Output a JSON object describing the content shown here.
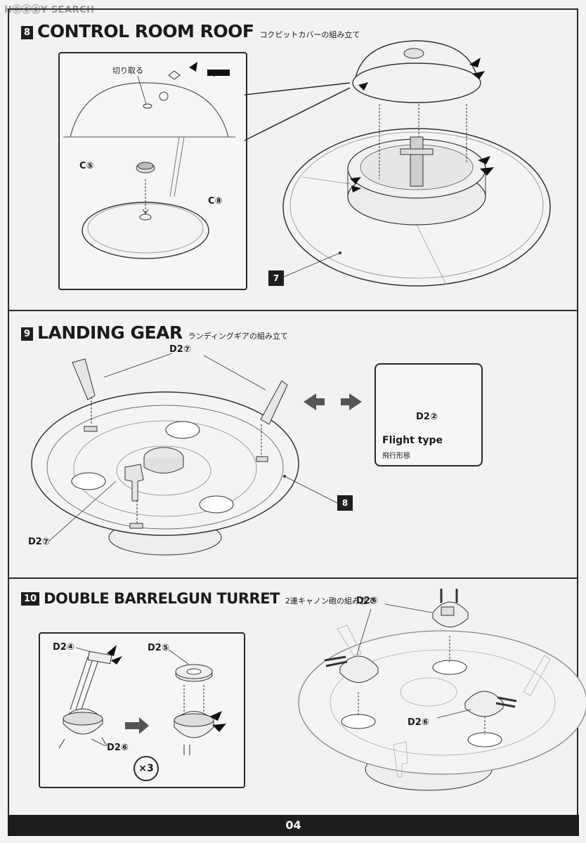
{
  "watermark": "H⓪ⓖⓖY SEARCH",
  "page_number": "04",
  "steps": [
    {
      "number": "8",
      "title": "CONTROL ROOM ROOF",
      "subtitle": "コクピットカバーの組み立て",
      "labels": {
        "cut_off": "切り取る",
        "part_c5": "C⑤",
        "part_c8": "C⑧",
        "ref": "7"
      }
    },
    {
      "number": "9",
      "title": "LANDING GEAR",
      "subtitle": "ランディングギアの組み立て",
      "labels": {
        "part_d2_7_top": "D2⑦",
        "part_d2_7_left": "D2⑦",
        "ref": "8"
      },
      "flight_box": {
        "part": "D2②",
        "title": "Flight type",
        "subtitle": "飛行形態"
      }
    },
    {
      "number": "10",
      "title": "DOUBLE BARRELGUN TURRET",
      "subtitle": "2連キャノン砲の組み立て",
      "labels": {
        "part_d2_4": "D2④",
        "part_d2_5": "D2⑤",
        "part_d2_6_inset": "D2⑥",
        "multiplier": "×3",
        "part_d2_6_top": "D2⑥",
        "part_d2_6_mid": "D2⑥"
      }
    }
  ]
}
